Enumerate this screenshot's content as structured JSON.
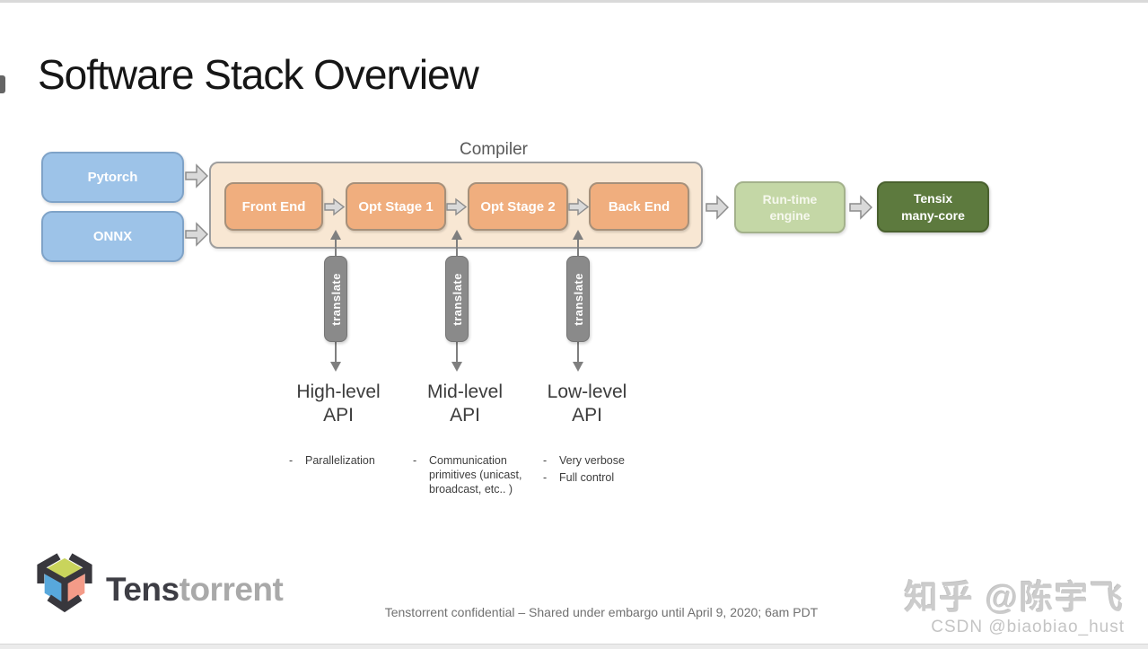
{
  "slide": {
    "title": "Software Stack Overview",
    "footer": "Tenstorrent confidential – Shared under embargo until April 9, 2020; 6am PDT"
  },
  "diagram": {
    "inputs": [
      {
        "label": "Pytorch"
      },
      {
        "label": "ONNX"
      }
    ],
    "compiler": {
      "label": "Compiler",
      "stages": [
        "Front End",
        "Opt Stage 1",
        "Opt Stage 2",
        "Back End"
      ]
    },
    "runtime_label": "Run-time engine",
    "tensix_label": "Tensix many-core",
    "translate_label": "translate",
    "bullet_dash": "-",
    "apis": [
      {
        "title": "High-level API",
        "bullets": [
          "Parallelization"
        ]
      },
      {
        "title": "Mid-level API",
        "bullets": [
          "Communication primitives (unicast, broadcast, etc.. )"
        ]
      },
      {
        "title": "Low-level API",
        "bullets": [
          "Very verbose",
          "Full control"
        ]
      }
    ]
  },
  "logo": {
    "brand_dark": "Tens",
    "brand_light": "torrent"
  },
  "watermark": {
    "line1": "知乎 @陈宇飞",
    "line2": "CSDN @biaobiao_hust"
  },
  "colors": {
    "input_box_fill": "#9DC3E8",
    "input_box_border": "#7FA3C8",
    "compiler_fill": "#F8E7D3",
    "compiler_border": "#9E9E9E",
    "stage_fill": "#F0AE7E",
    "stage_border": "#A6907A",
    "runtime_fill": "#C4D7A6",
    "tensix_fill": "#5D7A3E",
    "arrow_fill": "#D9D9D9",
    "arrow_border": "#8C8C8C",
    "translate_bar_fill": "#8A8A8A",
    "line_gray": "#7F7F7F",
    "logo_top": "#C9D45C",
    "logo_left": "#58A8DC",
    "logo_right": "#F49B88"
  }
}
